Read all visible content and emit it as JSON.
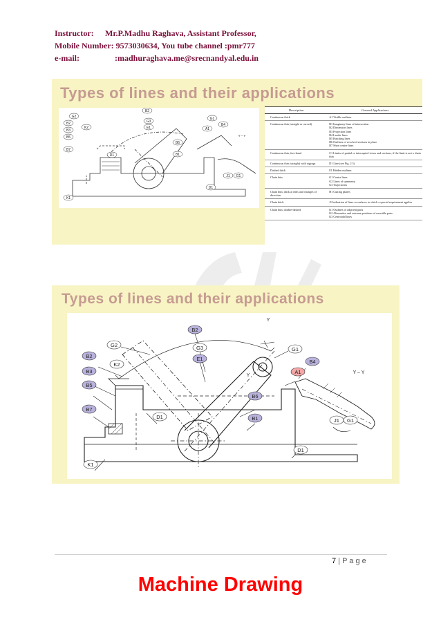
{
  "header": {
    "instructor_label": "Instructor:",
    "instructor_value": "Mr.P.Madhu Raghava, Assistant Professor,",
    "mobile_text": "Mobile Number: 9573030634, You tube channel :pmr777",
    "email_label": "e-mail:",
    "email_value": ":madhuraghava.me@srecnandyal.edu.in"
  },
  "slide1": {
    "title": "Types of lines and their applications",
    "table_headers": [
      "Description",
      "General Applications"
    ],
    "rows": [
      {
        "desc": "Continuous thick",
        "apps": "A1  Visible outlines"
      },
      {
        "desc": "Continuous thin (straight or curved)",
        "apps": "B1  Imaginary lines of intersection\nB2  Dimension lines\nB3  Projection lines\nB4  Leader lines\nB5  Hatching lines\nB6  Outlines of revolved sections in place\nB7  Short centre lines"
      },
      {
        "desc": "Continuous thin, free-hand",
        "apps": "C1  Limits of partial or interrupted views and sections, if the limit is not a chain thin"
      },
      {
        "desc": "Continuous thin (straight) with zigzags",
        "apps": "D1  Line (see Fig. 2.5)"
      },
      {
        "desc": "Dashed thick",
        "apps": "E1  Hidden outlines"
      },
      {
        "desc": "Chain thin",
        "apps": "G1  Centre lines\nG2  Lines of symmetry\nG3  Trajectories"
      },
      {
        "desc": "Chain thin, thick at ends and changes of direction",
        "apps": "H1  Cutting planes"
      },
      {
        "desc": "Chain thick",
        "apps": "J1  Indication of lines or surfaces to which a special requirement applies"
      },
      {
        "desc": "Chain thin, double-dashed",
        "apps": "K1  Outlines of adjacent parts\nK2  Alternative and extreme positions of movable parts\nK3  Centroidal lines"
      }
    ]
  },
  "slide2": {
    "title": "Types of lines and their applications"
  },
  "drawing_labels": {
    "G2": "G2",
    "B2": "B2",
    "G3": "G3",
    "E1": "E1",
    "G1": "G1",
    "B4": "B4",
    "A1": "A1",
    "K2": "K2",
    "B3": "B3",
    "B5": "B5",
    "B7": "B7",
    "D1": "D1",
    "B6": "B6",
    "B1": "B1",
    "J1": "J1",
    "K1": "K1",
    "YY": "Y – Y",
    "Y": "Y"
  },
  "footer": {
    "page_number": "7",
    "page_separator": " | ",
    "page_word": "P a g e",
    "brand": "Machine Drawing"
  },
  "colors": {
    "header_text": "#7a0f3a",
    "slide_bg": "#f8f4c4",
    "slide_title": "#c69b92",
    "label_fill": "#b9b2dc",
    "label_highlight": "#f3a7a7",
    "brand": "#ff0000"
  }
}
